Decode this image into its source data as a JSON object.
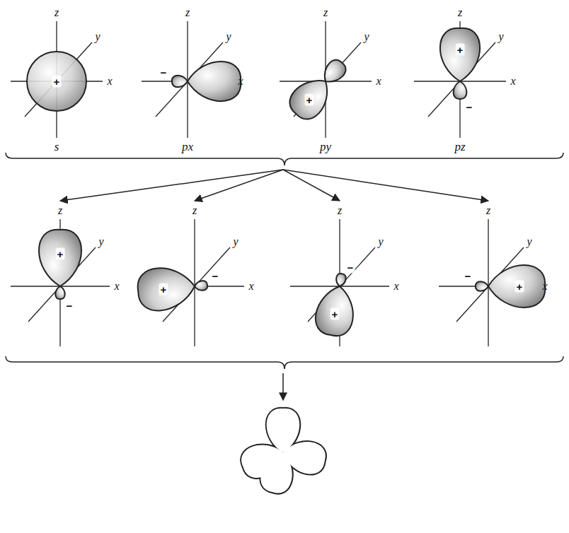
{
  "diagram": {
    "labels": [
      "z",
      "y",
      "x",
      "+",
      "s",
      "z",
      "y",
      "x",
      "−",
      "px",
      "z",
      "y",
      "x",
      "+",
      "py",
      "z",
      "y",
      "x",
      "+",
      "−",
      "pz",
      "z",
      "y",
      "x",
      "+",
      "−",
      "z",
      "y",
      "x",
      "+",
      "−",
      "z",
      "y",
      "x",
      "+",
      "−",
      "z",
      "y",
      "x",
      "+",
      "−"
    ]
  }
}
